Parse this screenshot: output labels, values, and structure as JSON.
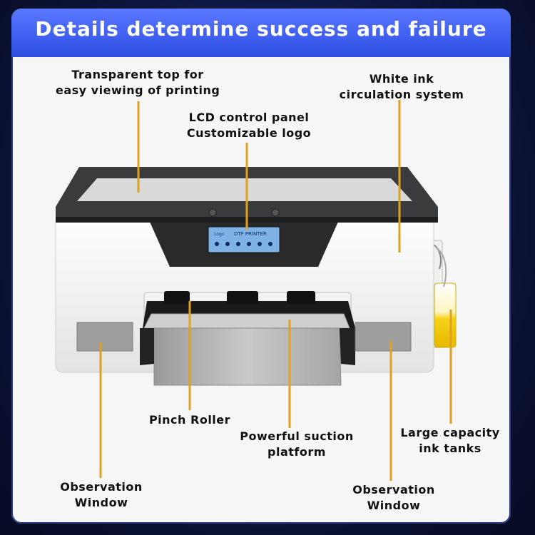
{
  "header": {
    "title": "Details determine success and failure"
  },
  "labels": {
    "transparent_top": [
      "Transparent top for",
      "easy viewing of printing"
    ],
    "lcd_panel": [
      "LCD control panel",
      "Customizable logo"
    ],
    "white_ink": [
      "White ink",
      "circulation system"
    ],
    "pinch_roller": [
      "Pinch Roller"
    ],
    "suction_platform": [
      "Powerful suction",
      "platform"
    ],
    "ink_tanks": [
      "Large capacity",
      "ink tanks"
    ],
    "observation_left": [
      "Observation",
      "Window"
    ],
    "observation_right": [
      "Observation",
      "Window"
    ]
  },
  "printer": {
    "screen_text": "DTF PRINTER",
    "screen_logo": "Logo"
  },
  "colors": {
    "header": "#3e5ef0",
    "callout_line": "#e0a020",
    "ink_tank": "#f7d21a"
  }
}
